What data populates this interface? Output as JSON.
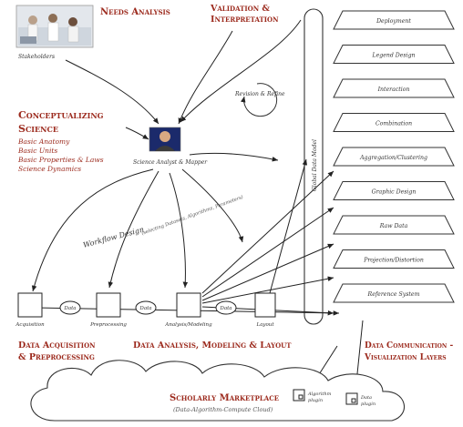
{
  "top_left": {
    "title": "Needs Analysis",
    "photo_caption": "Stakeholders"
  },
  "validation": {
    "title": "Validation & Interpretation"
  },
  "conceptualizing": {
    "title": "Conceptualizing Science",
    "items": [
      "Basic Anatomy",
      "Basic Units",
      "Basic Properties & Laws",
      "Science Dynamics"
    ]
  },
  "center": {
    "caption": "Science Analyst & Mapper"
  },
  "loop_label": "Revision & Refine",
  "global_data_model": "Global Data Model",
  "workflow": {
    "label": "Workflow Design",
    "sub": "(selecting Datasets, Algorithms, Parameters)"
  },
  "layers": [
    "Deployment",
    "Legend Design",
    "Interaction",
    "Combination",
    "Aggregation/Clustering",
    "Graphic Design",
    "Raw Data",
    "Projection/Distortion",
    "Reference System"
  ],
  "pipeline": {
    "steps": [
      "Acquisition",
      "Preprocessing",
      "Analysis/Modeling",
      "Layout"
    ],
    "data_label": "Data"
  },
  "sections": {
    "acq": [
      "Data Acquisition",
      "& Preprocessing"
    ],
    "analysis": "Data Analysis, Modeling & Layout",
    "comm": [
      "Data Communication -",
      "Visualization Layers"
    ]
  },
  "marketplace": {
    "title": "Scholarly Marketplace",
    "sub": "(Data-Algorithm-Compute Cloud)",
    "plugin_a": [
      "Algorithm",
      "plugin"
    ],
    "plugin_d": [
      "Data",
      "plugin"
    ]
  },
  "colors": {
    "accent": "#9c2a1d",
    "ink": "#333333",
    "photo_bg": "#dfe4ea",
    "photo_dark": "#1b2a6b"
  }
}
